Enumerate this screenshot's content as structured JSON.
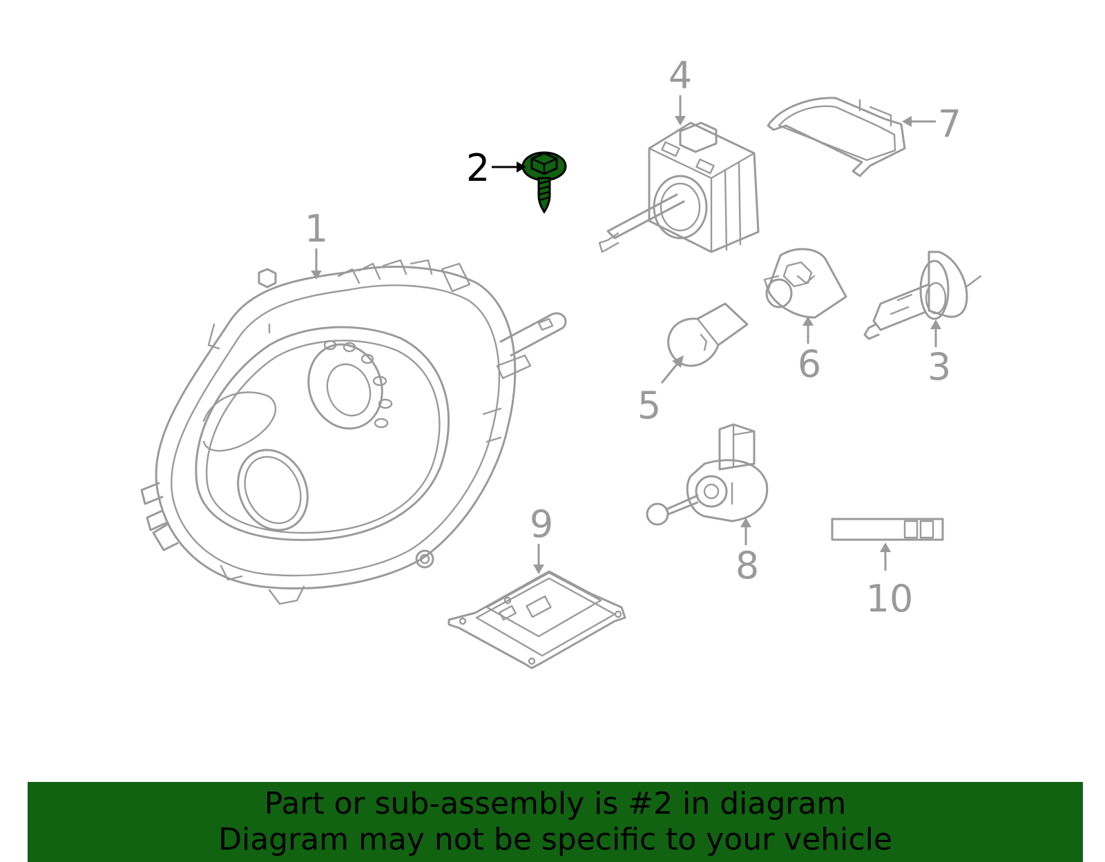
{
  "diagram": {
    "highlighted_callout": "2",
    "highlight_color": "#116211",
    "part_color": "#9a9a9a",
    "callouts": [
      {
        "id": "1",
        "label": "1",
        "part": "headlight-assembly"
      },
      {
        "id": "2",
        "label": "2",
        "part": "screw"
      },
      {
        "id": "3",
        "label": "3",
        "part": "halogen-bulb"
      },
      {
        "id": "4",
        "label": "4",
        "part": "xenon-bulb"
      },
      {
        "id": "5",
        "label": "5",
        "part": "small-bulb"
      },
      {
        "id": "6",
        "label": "6",
        "part": "bulb-socket"
      },
      {
        "id": "7",
        "label": "7",
        "part": "cover-cap"
      },
      {
        "id": "8",
        "label": "8",
        "part": "turn-signal-socket"
      },
      {
        "id": "9",
        "label": "9",
        "part": "control-module"
      },
      {
        "id": "10",
        "label": "10",
        "part": "label-strip"
      }
    ]
  },
  "banner": {
    "line1": "Part or sub-assembly is #2 in diagram",
    "line2": "Diagram may not be specific to your vehicle",
    "background": "#116211"
  }
}
